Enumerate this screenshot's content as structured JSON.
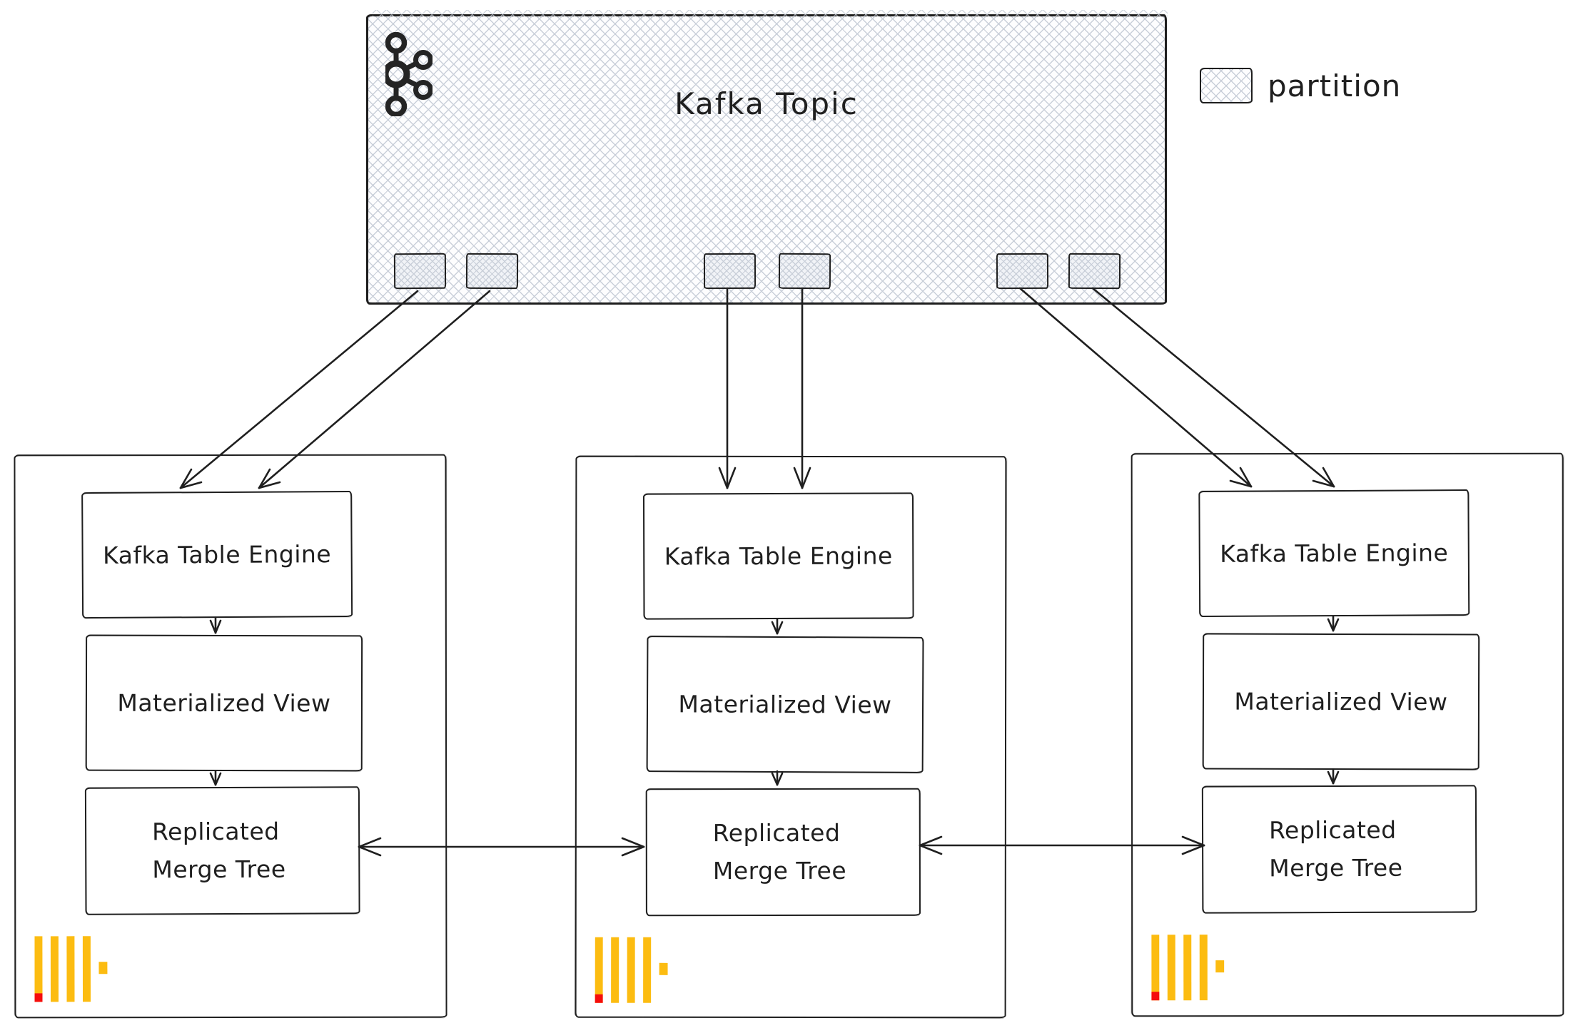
{
  "kafka_topic": {
    "label": "Kafka Topic",
    "partition_count": 6
  },
  "legend": {
    "label": "partition",
    "swatch_style": "crosshatch"
  },
  "nodes": [
    {
      "kafka_table_engine": "Kafka Table Engine",
      "materialized_view": "Materialized View",
      "replicated_merge_tree_line1": "Replicated",
      "replicated_merge_tree_line2": "Merge Tree"
    },
    {
      "kafka_table_engine": "Kafka Table Engine",
      "materialized_view": "Materialized View",
      "replicated_merge_tree_line1": "Replicated",
      "replicated_merge_tree_line2": "Merge Tree"
    },
    {
      "kafka_table_engine": "Kafka Table Engine",
      "materialized_view": "Materialized View",
      "replicated_merge_tree_line1": "Replicated",
      "replicated_merge_tree_line2": "Merge Tree"
    }
  ],
  "icons": {
    "kafka_logo": "kafka-logo",
    "clickhouse_logo": "clickhouse-logo"
  },
  "colors": {
    "ink": "#1f1f1f",
    "hatch_line": "#c9cfd9",
    "clickhouse_yellow": "#FCBC11",
    "clickhouse_red": "#F50D0D"
  }
}
